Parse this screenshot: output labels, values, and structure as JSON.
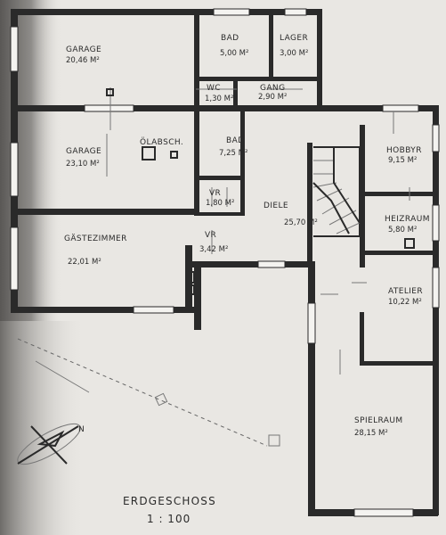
{
  "plan": {
    "title": "ERDGESCHOSS",
    "scale": "1 : 100",
    "compass_letter": "N",
    "rooms": [
      {
        "name": "GARAGE",
        "area": "20,46 M²"
      },
      {
        "name": "BAD",
        "area": "5,00 M²"
      },
      {
        "name": "LAGER",
        "area": "3,00 M²"
      },
      {
        "name": "WC",
        "area": "1,30 M²"
      },
      {
        "name": "GANG",
        "area": "2,90 M²"
      },
      {
        "name": "GARAGE",
        "area": "23,10 M²"
      },
      {
        "name": "ÖLABSCH.",
        "area": ""
      },
      {
        "name": "BAD",
        "area": "7,25 M²"
      },
      {
        "name": "VR",
        "area": "1,80 M²"
      },
      {
        "name": "DIELE",
        "area": "25,70 M²"
      },
      {
        "name": "HOBBYR",
        "area": "9,15 M²"
      },
      {
        "name": "HEIZRAUM",
        "area": "5,80 M²"
      },
      {
        "name": "GÄSTEZIMMER",
        "area": "22,01 M²"
      },
      {
        "name": "VR",
        "area": "3,42 M²"
      },
      {
        "name": "ATELIER",
        "area": "10,22 M²"
      },
      {
        "name": "SPIELRAUM",
        "area": "28,15 M²"
      }
    ]
  }
}
